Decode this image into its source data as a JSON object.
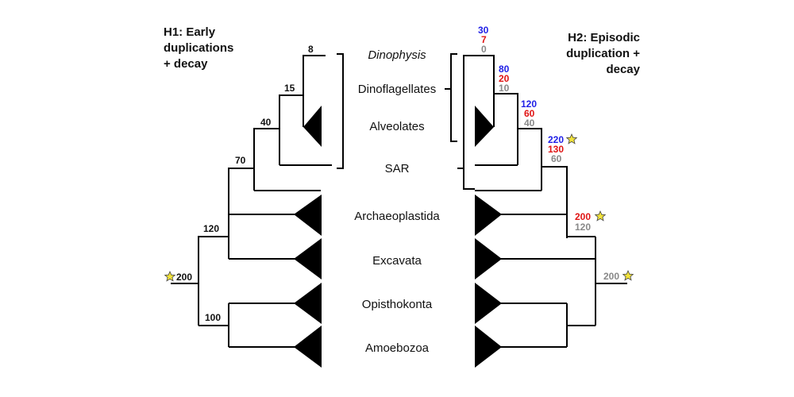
{
  "colors": {
    "blue": "#1f1fe6",
    "red": "#e01414",
    "gray": "#888888",
    "line": "#000000",
    "star": "#f2e33a"
  },
  "titles": {
    "h1": [
      "H1: Early",
      "duplications",
      "+ decay"
    ],
    "h2": [
      "H2: Episodic",
      "duplication +",
      "decay"
    ]
  },
  "taxa": {
    "dinophysis": "Dinophysis",
    "dinoflagellates": "Dinoflagellates",
    "alveolates": "Alveolates",
    "sar": "SAR",
    "archaeplastida": "Archaeoplastida",
    "excavata": "Excavata",
    "opisthokonta": "Opisthokonta",
    "amoebozoa": "Amoebozoa"
  },
  "h1_nodes": {
    "n8": "8",
    "n15": "15",
    "n40": "40",
    "n70": "70",
    "n120": "120",
    "n100": "100",
    "root": "200"
  },
  "h2_nodes": {
    "dinophysis": {
      "blue": "30",
      "red": "7",
      "gray": "0"
    },
    "dinoflagellates": {
      "blue": "80",
      "red": "20",
      "gray": "10"
    },
    "alveolates": {
      "blue": "120",
      "red": "60",
      "gray": "40"
    },
    "sar": {
      "blue": "220",
      "red": "130",
      "gray": "60"
    },
    "archaeplastida": {
      "red": "200",
      "gray": "120"
    },
    "root": {
      "gray": "200"
    }
  },
  "icons": [
    "star-icon"
  ]
}
